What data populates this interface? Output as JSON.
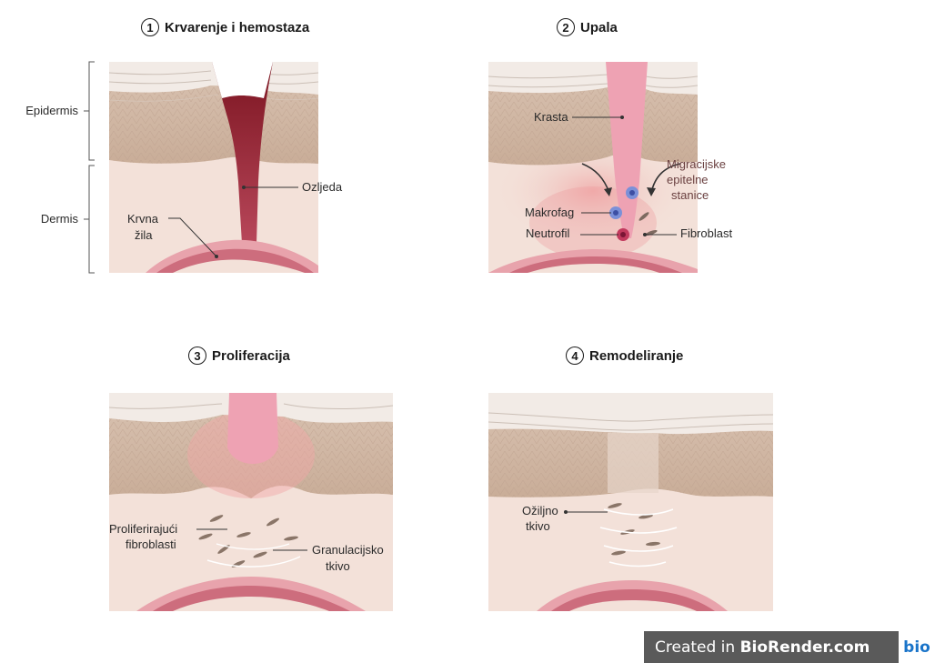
{
  "panels": [
    {
      "number": "1",
      "title": "Krvarenje i hemostaza"
    },
    {
      "number": "2",
      "title": "Upala"
    },
    {
      "number": "3",
      "title": "Proliferacija"
    },
    {
      "number": "4",
      "title": "Remodeliranje"
    }
  ],
  "layer_labels": {
    "epidermis": "Epidermis",
    "dermis": "Dermis"
  },
  "p1": {
    "injury": "Ozljeda",
    "vessel_line1": "Krvna",
    "vessel_line2": "žila"
  },
  "p2": {
    "scab": "Krasta",
    "migr_line1": "Migracijske",
    "migr_line2": "epitelne",
    "migr_line3": "stanice",
    "macrophage": "Makrofag",
    "neutrophil": "Neutrofil",
    "fibroblast": "Fibroblast"
  },
  "p3": {
    "prolif_line1": "Proliferirajući",
    "prolif_line2": "fibroblasti",
    "gran_line1": "Granulacijsko",
    "gran_line2": "tkivo"
  },
  "p4": {
    "scar_line1": "Ožiljno",
    "scar_line2": "tkivo"
  },
  "badge": {
    "prefix": "Created in ",
    "brand": "BioRender.com",
    "logo": "bio"
  },
  "colors": {
    "epidermis": "#e2cfc0",
    "dermis": "#f3e1d9",
    "vessel": "#d97a86",
    "blood": "#8a1c26",
    "scab": "#eea2b3"
  }
}
